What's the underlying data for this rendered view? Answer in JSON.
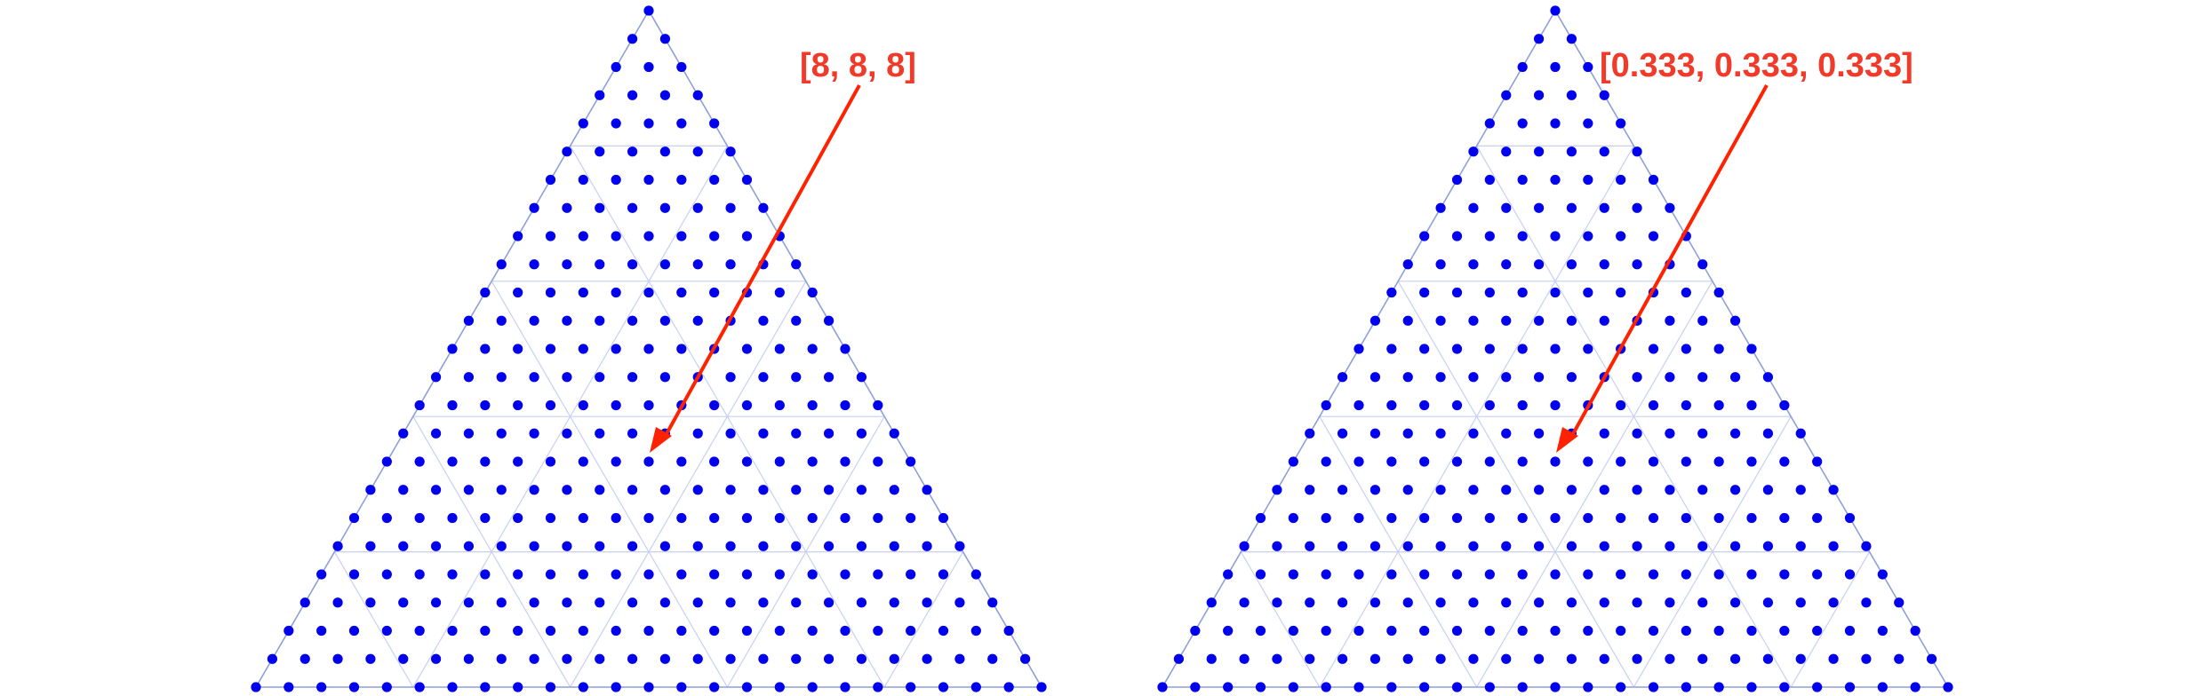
{
  "panels": [
    {
      "annotation": "[8, 8, 8]",
      "highlighted_point": [
        8,
        8,
        8
      ]
    },
    {
      "annotation": "[0.333, 0.333, 0.333]",
      "highlighted_point": [
        0.333,
        0.333,
        0.333
      ]
    }
  ],
  "lattice": {
    "total": 24,
    "grid_divisions": 5
  },
  "colors": {
    "points": "#0000ee",
    "outline": "#8f9fd8",
    "grid": "#c8d0f0",
    "arrow": "#ff2200",
    "annotation": "#f03a2a"
  }
}
